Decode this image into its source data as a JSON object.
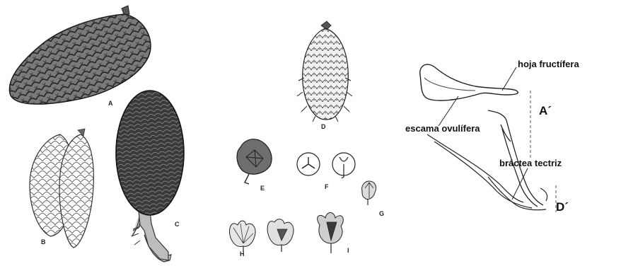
{
  "plate": {
    "letters": {
      "a": "A",
      "b": "B",
      "c": "C",
      "d": "D",
      "e": "E",
      "f": "F",
      "g": "G",
      "h": "H",
      "i": "I"
    }
  },
  "diagram": {
    "labels": {
      "hoja_fructifera": "hoja fructífera",
      "escama_ovulifera": "escama ovulífera",
      "bractea_tectriz": "bráctea tectriz",
      "a_prime": "A´",
      "d_prime": "D´"
    }
  }
}
